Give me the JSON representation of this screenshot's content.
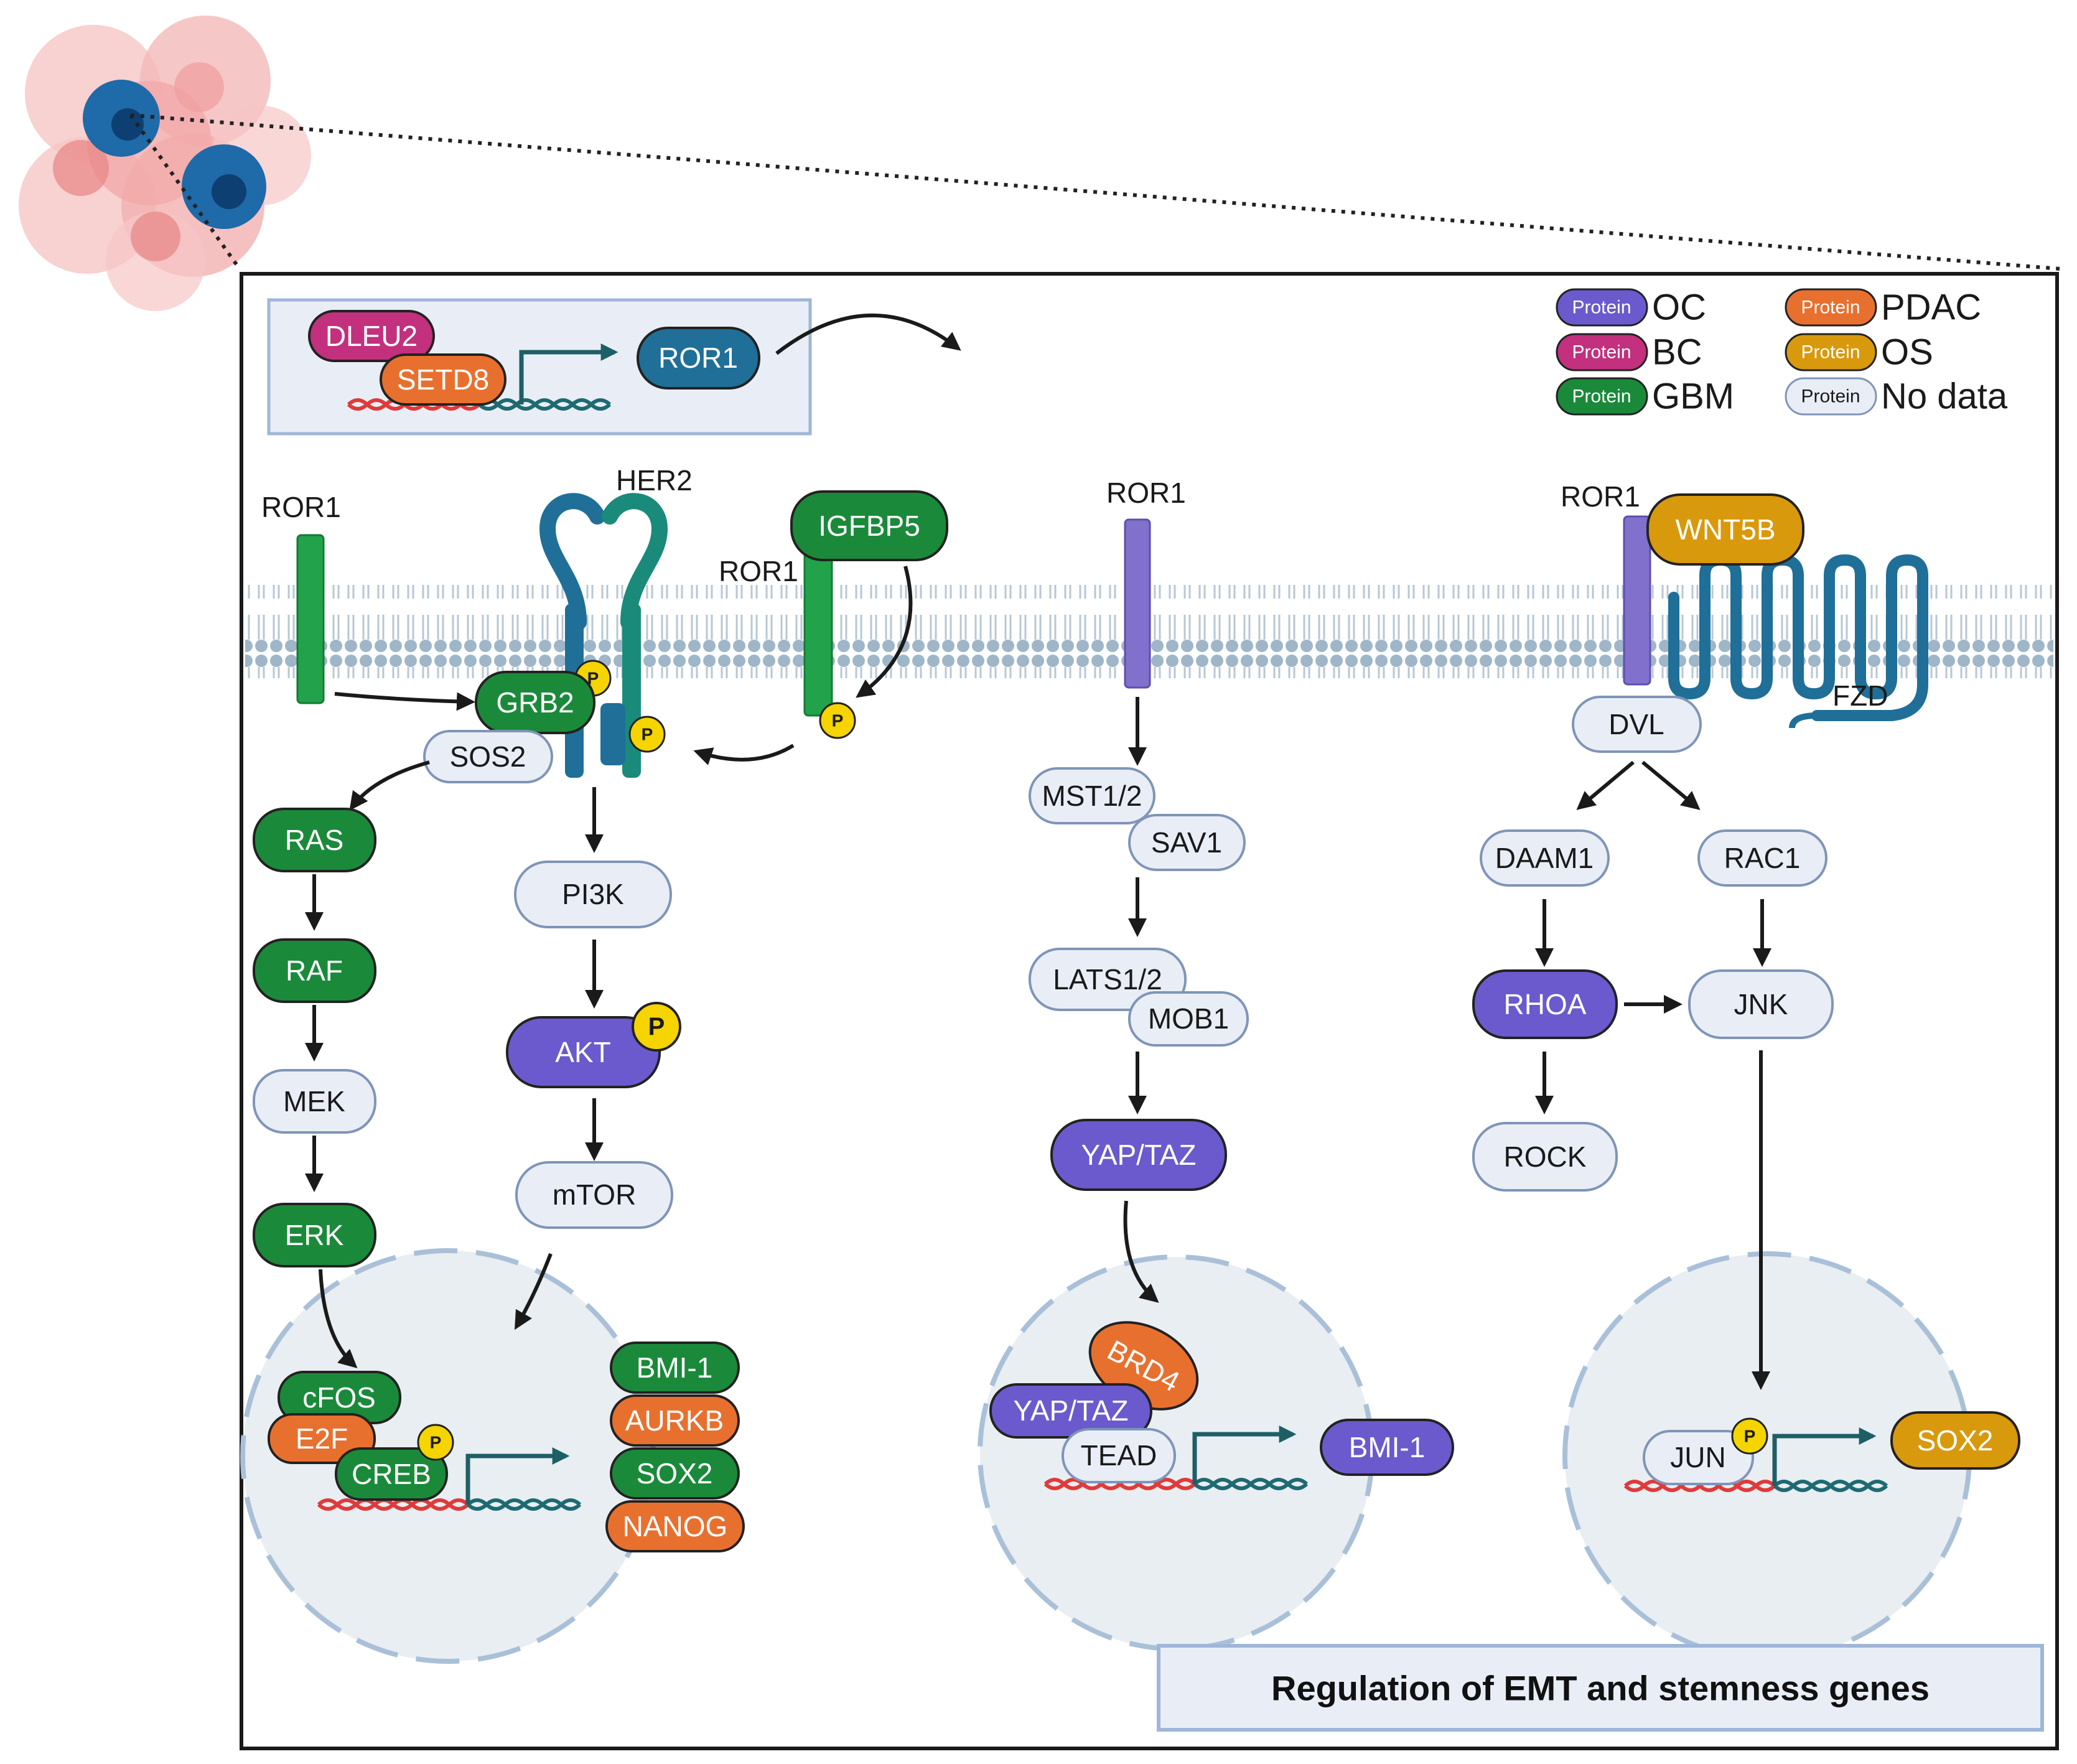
{
  "legend": {
    "pill_label": "Protein",
    "items": [
      {
        "label": "OC",
        "color": "#6a5acd"
      },
      {
        "label": "BC",
        "color": "#c2307e"
      },
      {
        "label": "GBM",
        "color": "#1a8a3a"
      },
      {
        "label": "PDAC",
        "color": "#e8702f"
      },
      {
        "label": "OS",
        "color": "#d9990d"
      },
      {
        "label": "No data",
        "color": "#e9eef6"
      }
    ]
  },
  "colors": {
    "OC": "#6a5acd",
    "BC": "#c2307e",
    "GBM": "#1a8a3a",
    "PDAC": "#e8702f",
    "OS": "#d9990d",
    "nodata": "#e9eef6",
    "receptor_blue": "#1f6f98",
    "ror1_green": "#22a24b",
    "ror1_purple": "#8170cc"
  },
  "inset": {
    "dleu2": "DLEU2",
    "setd8": "SETD8",
    "ror1": "ROR1"
  },
  "membrane_labels": {
    "ror1_left": "ROR1",
    "her2": "HER2",
    "ror1_igfbp": "ROR1",
    "ror1_middle": "ROR1",
    "ror1_right": "ROR1",
    "fzd": "FZD",
    "p": "P"
  },
  "proteins": {
    "igfbp5": "IGFBP5",
    "grb2": "GRB2",
    "sos2": "SOS2",
    "ras": "RAS",
    "raf": "RAF",
    "mek": "MEK",
    "erk": "ERK",
    "pi3k": "PI3K",
    "akt": "AKT",
    "mtor": "mTOR",
    "cfos": "cFOS",
    "e2f": "E2F",
    "creb": "CREB",
    "bmi1_left": "BMI-1",
    "aurkb": "AURKB",
    "sox2_left": "SOX2",
    "nanog": "NANOG",
    "mst12": "MST1/2",
    "sav1": "SAV1",
    "lats12": "LATS1/2",
    "mob1": "MOB1",
    "yaptaz": "YAP/TAZ",
    "brd4": "BRD4",
    "yaptaz_nuc": "YAP/TAZ",
    "tead": "TEAD",
    "bmi1_mid": "BMI-1",
    "wnt5b": "WNT5B",
    "dvl": "DVL",
    "daam1": "DAAM1",
    "rac1": "RAC1",
    "rhoa": "RHOA",
    "jnk": "JNK",
    "rock": "ROCK",
    "jun": "JUN",
    "sox2_right": "SOX2"
  },
  "bottom_title": "Regulation of EMT and stemness genes"
}
